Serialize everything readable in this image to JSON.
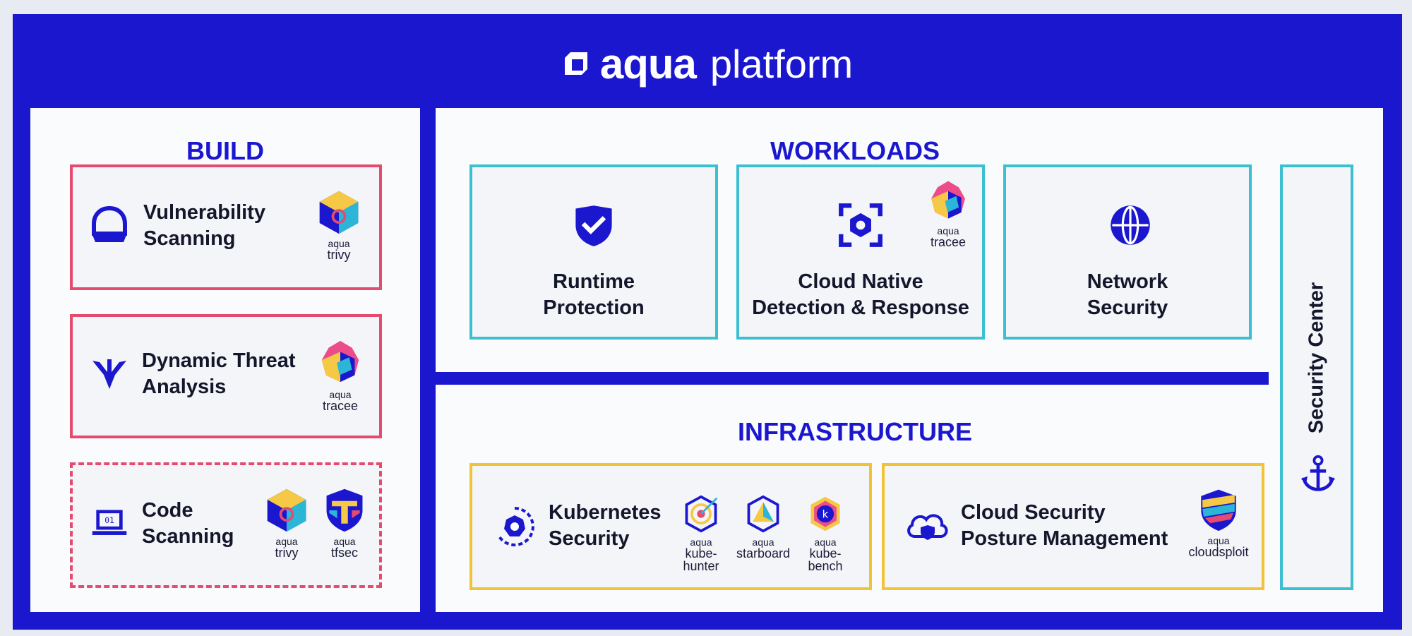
{
  "header": {
    "brand": "aqua",
    "product": "platform"
  },
  "build": {
    "title": "BUILD",
    "cards": [
      {
        "line1": "Vulnerability",
        "line2": "Scanning",
        "tool_vendor": "aqua",
        "tool": "trivy"
      },
      {
        "line1": "Dynamic Threat",
        "line2": "Analysis",
        "tool_vendor": "aqua",
        "tool": "tracee"
      },
      {
        "line1": "Code",
        "line2": "Scanning",
        "tools": [
          {
            "vendor": "aqua",
            "name": "trivy"
          },
          {
            "vendor": "aqua",
            "name": "tfsec"
          }
        ]
      }
    ]
  },
  "workloads": {
    "title": "WORKLOADS",
    "cards": [
      {
        "line1": "Runtime",
        "line2": "Protection"
      },
      {
        "line1": "Cloud Native",
        "line2": "Detection & Response",
        "tool_vendor": "aqua",
        "tool": "tracee"
      },
      {
        "line1": "Network",
        "line2": "Security"
      }
    ]
  },
  "infrastructure": {
    "title": "INFRASTRUCTURE",
    "cards": [
      {
        "line1": "Kubernetes",
        "line2": "Security",
        "tools": [
          {
            "vendor": "aqua",
            "name": "kube-hunter"
          },
          {
            "vendor": "aqua",
            "name": "starboard"
          },
          {
            "vendor": "aqua",
            "name": "kube-bench"
          }
        ]
      },
      {
        "line1": "Cloud Security",
        "line2": "Posture Management",
        "tool_vendor": "aqua",
        "tool": "cloudsploit"
      }
    ]
  },
  "security_center": {
    "label": "Security Center"
  },
  "colors": {
    "brand_blue": "#1b17cf",
    "build_border": "#e44b6f",
    "workload_border": "#3cbfd1",
    "infra_border": "#f1c336"
  }
}
